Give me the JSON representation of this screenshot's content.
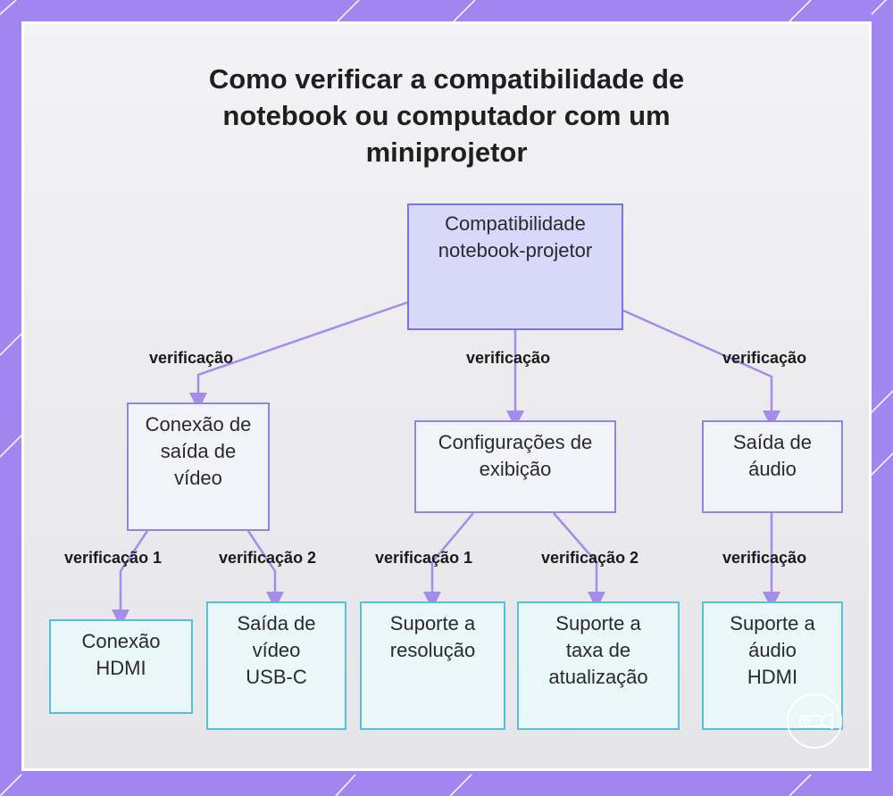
{
  "title": "Como verificar a compatibilidade de notebook ou computador com um miniprojetor",
  "nodes": {
    "root": "Compatibilidade notebook-projetor",
    "video_output": "Conexão de saída de vídeo",
    "display_settings": "Configurações de exibição",
    "audio_output": "Saída de áudio",
    "hdmi": "Conexão HDMI",
    "usbc": "Saída de vídeo USB-C",
    "resolution": "Suporte a resolução",
    "refresh_rate": "Suporte a taxa de atualização",
    "hdmi_audio": "Suporte a áudio HDMI"
  },
  "edge_labels": {
    "root_to_video": "verificação",
    "root_to_display": "verificação",
    "root_to_audio": "verificação",
    "video_to_hdmi": "verificação 1",
    "video_to_usbc": "verificação 2",
    "display_to_resolution": "verificação 1",
    "display_to_refresh": "verificação 2",
    "audio_to_hdmi_audio": "verificação"
  },
  "colors": {
    "frame": "#a286f0",
    "root_fill": "#d8d8fb",
    "root_border": "#7b74d8",
    "mid_border": "#8d88d9",
    "leaf_border": "#54c1d9",
    "connector": "#a58bea"
  }
}
